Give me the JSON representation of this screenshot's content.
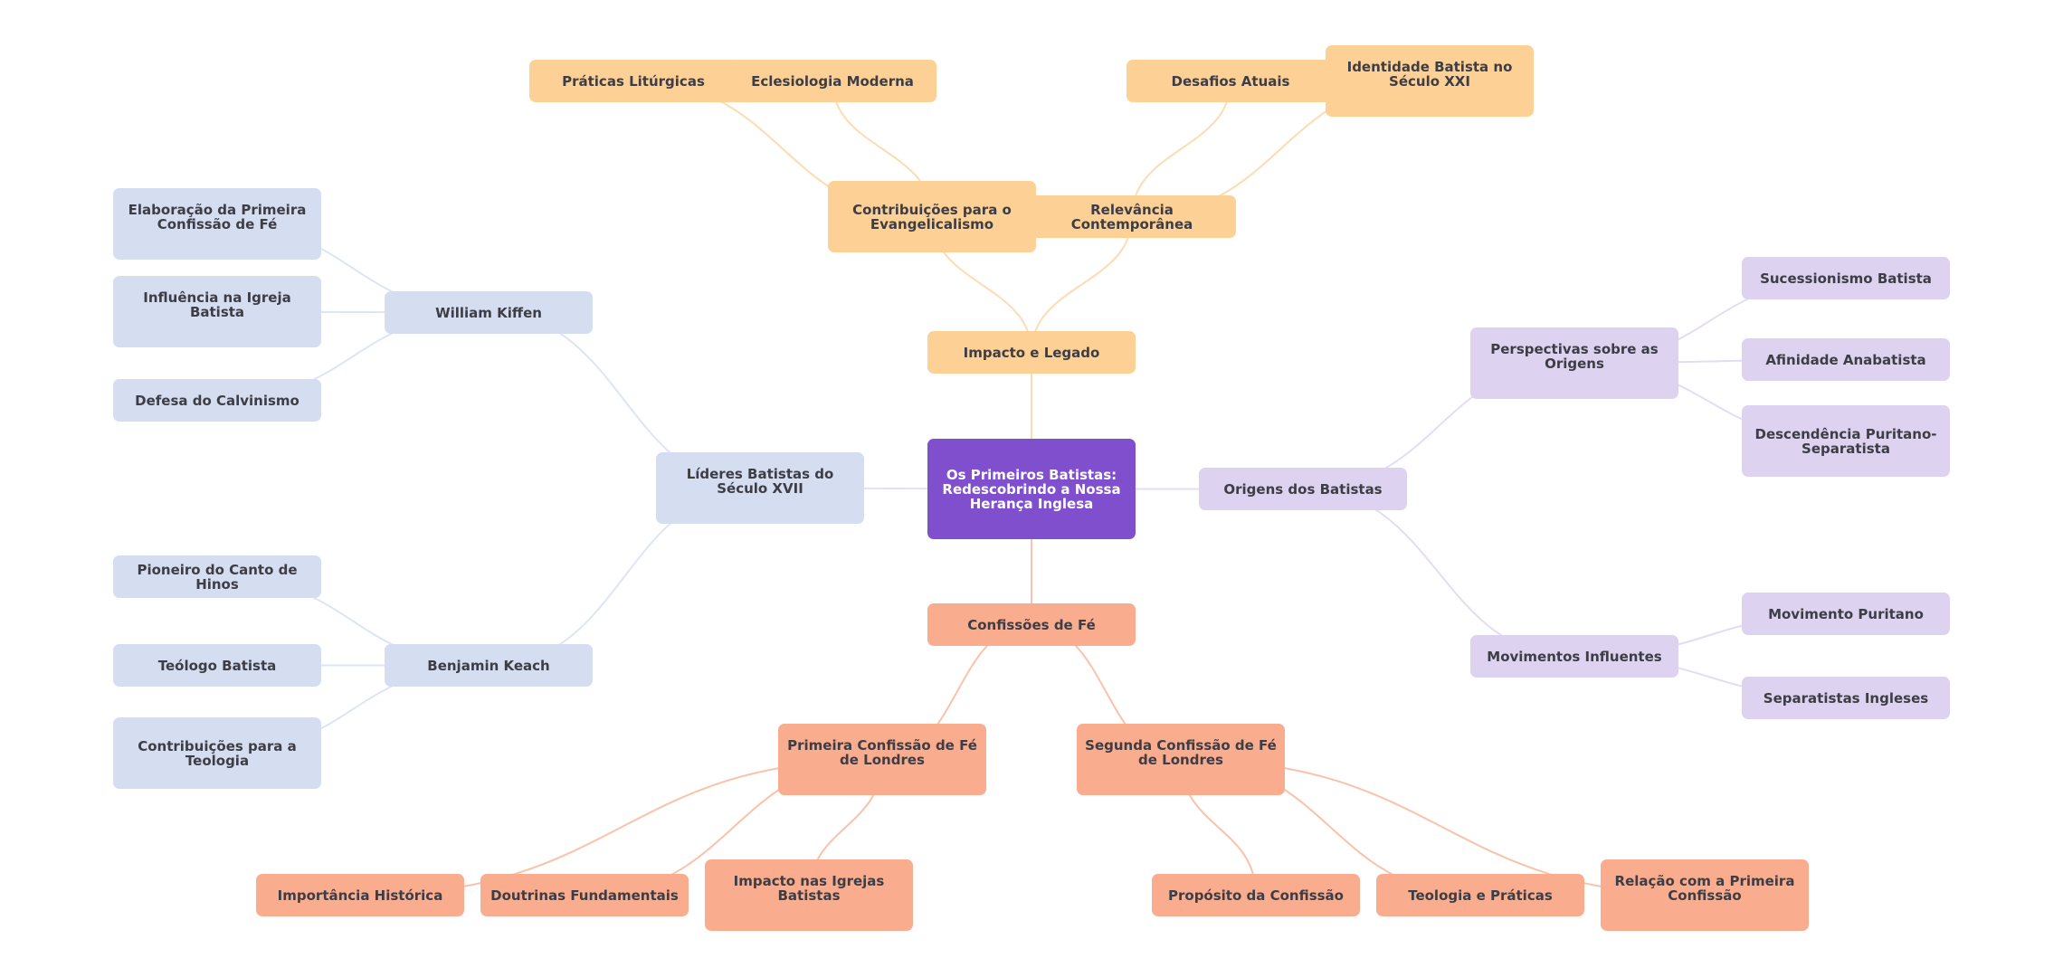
{
  "diagram": {
    "type": "mind-map",
    "colors": {
      "root": "#7f4fcd",
      "impacto": "#fdd096",
      "impacto_edge": "#fcdcb2",
      "origens": "#ddd3f0",
      "origens_edge": "#e4dcf5",
      "lideres": "#d5ddf1",
      "lideres_edge": "#dde4f5",
      "confissoes": "#f9ad8e",
      "confissoes_edge": "#f9c2aa",
      "text": "#3d3d45",
      "root_text": "#ffffff"
    },
    "root": {
      "id": "root",
      "label": "Os Primeiros Batistas: Redescobrindo a Nossa Herança Inglesa"
    },
    "nodes": [
      {
        "id": "impacto",
        "label": "Impacto e Legado",
        "parent": "root",
        "branch": "impacto"
      },
      {
        "id": "contrib",
        "label": "Contribuições para o Evangelicalismo",
        "parent": "impacto",
        "branch": "impacto"
      },
      {
        "id": "relev",
        "label": "Relevância Contemporânea",
        "parent": "impacto",
        "branch": "impacto"
      },
      {
        "id": "praticas",
        "label": "Práticas Litúrgicas",
        "parent": "contrib",
        "branch": "impacto"
      },
      {
        "id": "ecles",
        "label": "Eclesiologia Moderna",
        "parent": "contrib",
        "branch": "impacto"
      },
      {
        "id": "desafios",
        "label": "Desafios Atuais",
        "parent": "relev",
        "branch": "impacto"
      },
      {
        "id": "identidade",
        "label": "Identidade Batista no Século XXI",
        "parent": "relev",
        "branch": "impacto"
      },
      {
        "id": "origens",
        "label": "Origens dos Batistas",
        "parent": "root",
        "branch": "origens"
      },
      {
        "id": "perspect",
        "label": "Perspectivas sobre as Origens",
        "parent": "origens",
        "branch": "origens"
      },
      {
        "id": "sucess",
        "label": "Sucessionismo Batista",
        "parent": "perspect",
        "branch": "origens"
      },
      {
        "id": "afinid",
        "label": "Afinidade Anabatista",
        "parent": "perspect",
        "branch": "origens"
      },
      {
        "id": "descend",
        "label": "Descendência Puritano-Separatista",
        "parent": "perspect",
        "branch": "origens"
      },
      {
        "id": "movinf",
        "label": "Movimentos Influentes",
        "parent": "origens",
        "branch": "origens"
      },
      {
        "id": "movpur",
        "label": "Movimento Puritano",
        "parent": "movinf",
        "branch": "origens"
      },
      {
        "id": "separ",
        "label": "Separatistas Ingleses",
        "parent": "movinf",
        "branch": "origens"
      },
      {
        "id": "lideres",
        "label": "Líderes Batistas do Século XVII",
        "parent": "root",
        "branch": "lideres"
      },
      {
        "id": "kiffen",
        "label": "William Kiffen",
        "parent": "lideres",
        "branch": "lideres"
      },
      {
        "id": "elab",
        "label": "Elaboração da Primeira Confissão de Fé",
        "parent": "kiffen",
        "branch": "lideres"
      },
      {
        "id": "influ",
        "label": "Influência na Igreja Batista",
        "parent": "kiffen",
        "branch": "lideres"
      },
      {
        "id": "calvin",
        "label": "Defesa do Calvinismo",
        "parent": "kiffen",
        "branch": "lideres"
      },
      {
        "id": "keach",
        "label": "Benjamin Keach",
        "parent": "lideres",
        "branch": "lideres"
      },
      {
        "id": "pioneiro",
        "label": "Pioneiro do Canto de Hinos",
        "parent": "keach",
        "branch": "lideres"
      },
      {
        "id": "teologo",
        "label": "Teólogo Batista",
        "parent": "keach",
        "branch": "lideres"
      },
      {
        "id": "contribteo",
        "label": "Contribuições para a Teologia",
        "parent": "keach",
        "branch": "lideres"
      },
      {
        "id": "confissoes",
        "label": "Confissões de Fé",
        "parent": "root",
        "branch": "confissoes"
      },
      {
        "id": "primeira",
        "label": "Primeira Confissão de Fé de Londres",
        "parent": "confissoes",
        "branch": "confissoes"
      },
      {
        "id": "importancia",
        "label": "Importância Histórica",
        "parent": "primeira",
        "branch": "confissoes"
      },
      {
        "id": "doutrinas",
        "label": "Doutrinas Fundamentais",
        "parent": "primeira",
        "branch": "confissoes"
      },
      {
        "id": "impactoigr",
        "label": "Impacto nas Igrejas Batistas",
        "parent": "primeira",
        "branch": "confissoes"
      },
      {
        "id": "segunda",
        "label": "Segunda Confissão de Fé de Londres",
        "parent": "confissoes",
        "branch": "confissoes"
      },
      {
        "id": "proposito",
        "label": "Propósito da Confissão",
        "parent": "segunda",
        "branch": "confissoes"
      },
      {
        "id": "teologia",
        "label": "Teologia e Práticas",
        "parent": "segunda",
        "branch": "confissoes"
      },
      {
        "id": "relacao",
        "label": "Relação com a Primeira Confissão",
        "parent": "segunda",
        "branch": "confissoes"
      }
    ]
  }
}
